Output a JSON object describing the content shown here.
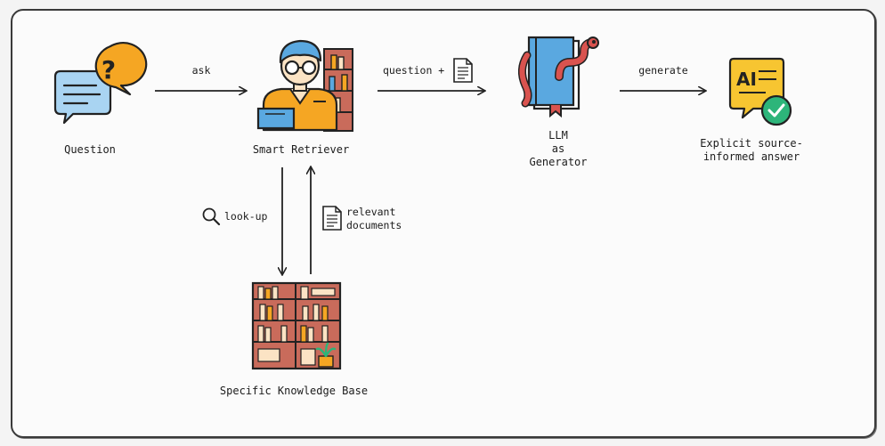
{
  "nodes": {
    "question": "Question",
    "smart_retriever": "Smart Retriever",
    "llm_generator": "LLM\nas\nGenerator",
    "answer": "Explicit source-\ninformed answer",
    "knowledge_base": "Specific Knowledge Base"
  },
  "edges": {
    "ask": "ask",
    "question_plus": "question +",
    "generate": "generate",
    "look_up": "look-up",
    "relevant_documents": "relevant\ndocuments"
  },
  "icons": {
    "question": "speech-bubbles-question-icon",
    "retriever": "person-with-glasses-bookshelf-icon",
    "llm": "book-with-worm-icon",
    "answer": "ai-answer-check-icon",
    "knowledge_base": "bookshelf-icon",
    "document": "document-icon",
    "search": "magnifier-icon"
  },
  "answer_icon_text": "AI",
  "colors": {
    "orange": "#f5a623",
    "blue": "#5aa8e0",
    "light_blue": "#a9d4f2",
    "red": "#d9534f",
    "brown": "#c96b5b",
    "green": "#2db57a",
    "yellow": "#f7c531"
  }
}
